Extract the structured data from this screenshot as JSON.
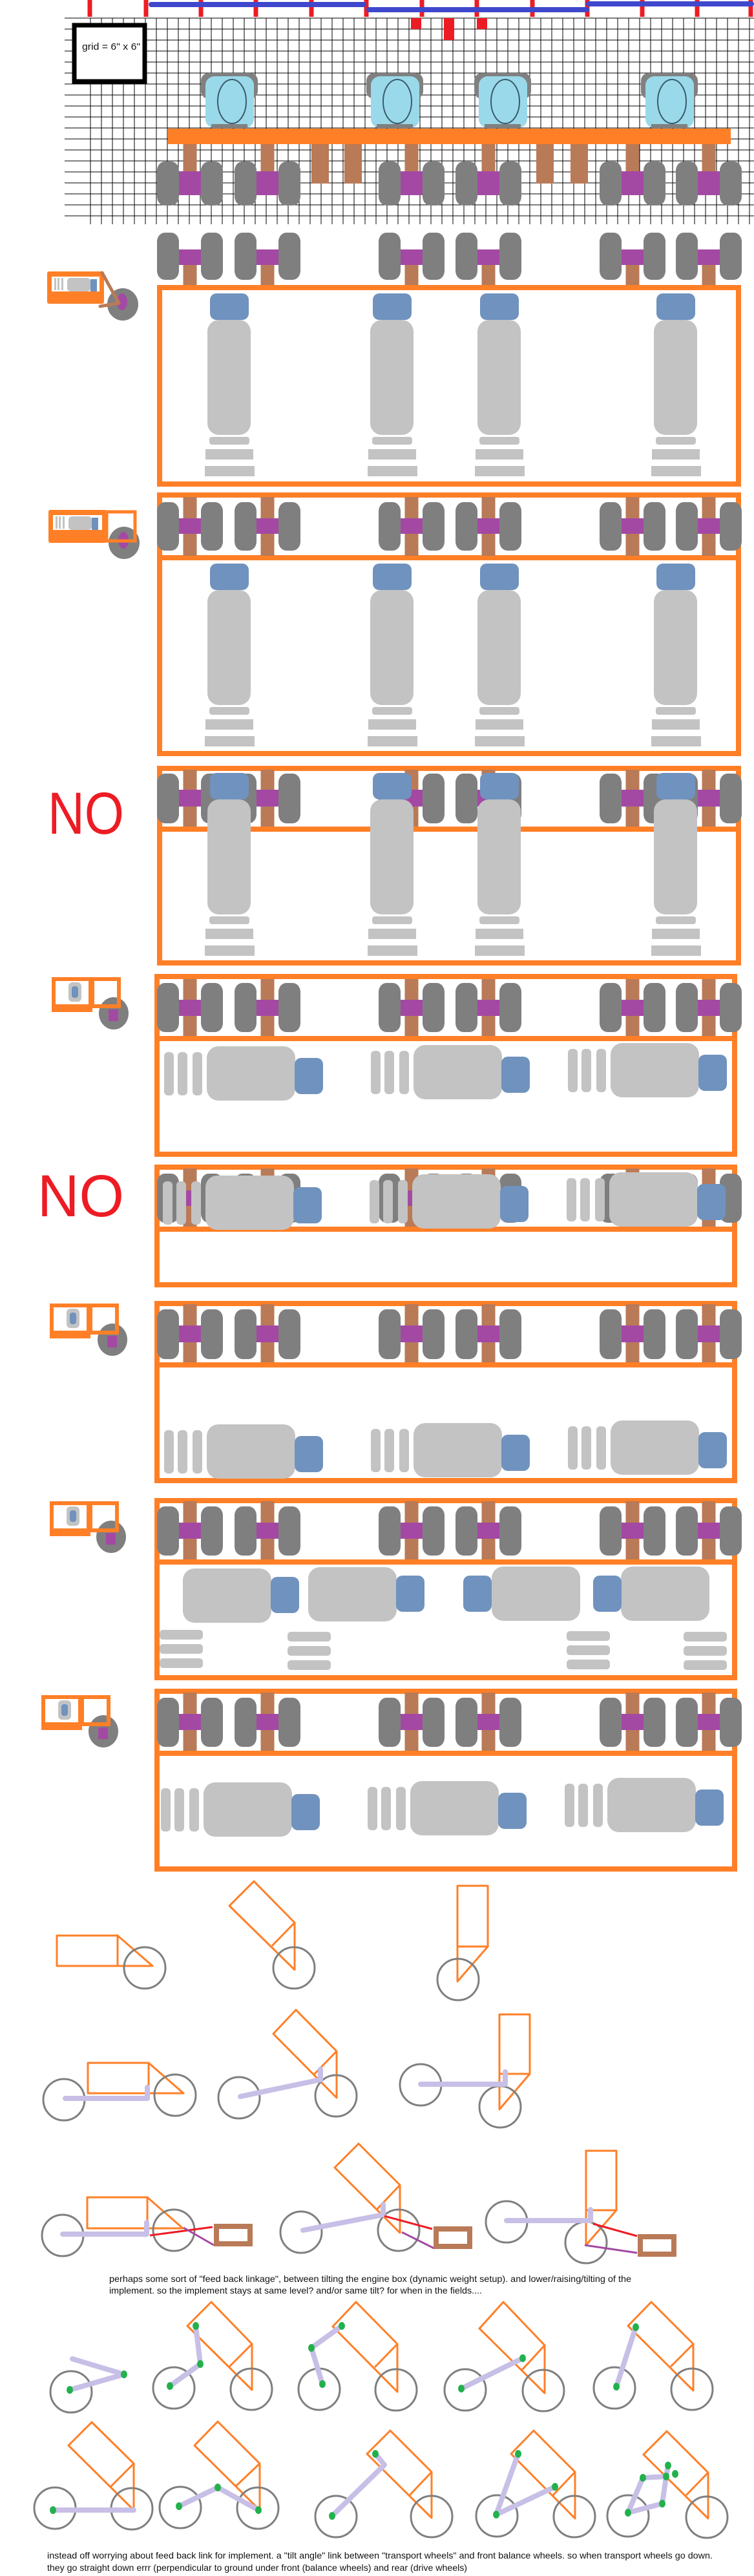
{
  "legend": {
    "label": "grid = 6\" x 6\""
  },
  "rejections": [
    {
      "label": "NO"
    },
    {
      "label": "NO"
    }
  ],
  "notes": {
    "feedback_linkage": [
      "perhaps some sort of \"feed back linkage\", between tilting the engine box (dynamic weight setup).  and lower/raising/tilting  of the",
      "implement. so the implement stays at same level? and/or same tilt?  for when in the fields...."
    ],
    "tilt_angle_link": [
      "instead off worrying about feed back link for implement.  a \"tilt angle\" link between \"transport wheels\"  and front balance wheels. so when transport wheels go down.",
      "they go straight down errr (perpendicular to ground under front (balance wheels) and rear (drive wheels)"
    ]
  },
  "colors": {
    "frame_orange": "#ff7f27",
    "wheel_grey": "#7f7f7f",
    "hub_purple": "#a349a4",
    "post_brown": "#b97a57",
    "engine_grey": "#c3c3c3",
    "engine_cap_blue": "#7092be",
    "link_lavender": "#c8bfe7",
    "pivot_green": "#22b14c",
    "mark_red": "#ed1c24",
    "bar_blue": "#3f48cc",
    "tire_lightblue": "#99d9ea",
    "grid_black": "#000000"
  }
}
